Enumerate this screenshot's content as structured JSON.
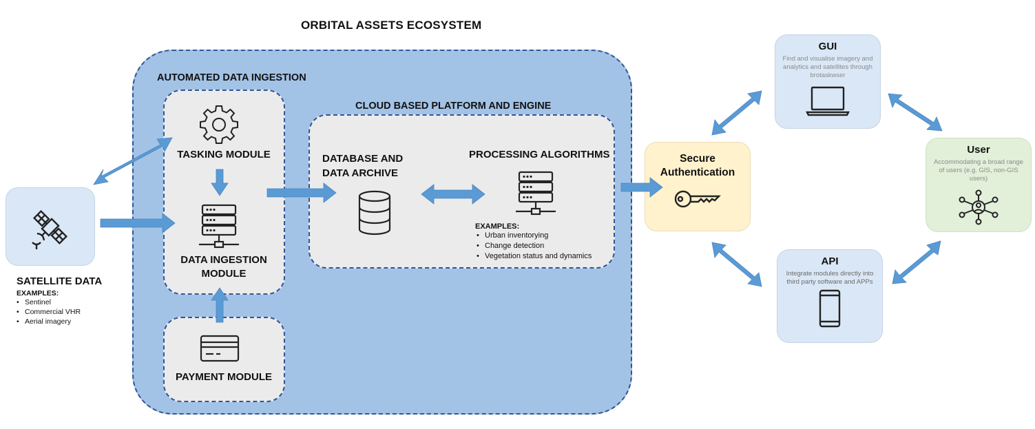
{
  "title": "ORBITAL ASSETS ECOSYSTEM",
  "automated_ingestion": {
    "label": "AUTOMATED DATA INGESTION",
    "tasking": {
      "label": "TASKING MODULE",
      "icon": "gear-icon"
    },
    "ingestion": {
      "label_line1": "DATA INGESTION",
      "label_line2": "MODULE",
      "icon": "server-icon"
    },
    "payment": {
      "label": "PAYMENT MODULE",
      "icon": "credit-card-icon"
    }
  },
  "cloud": {
    "label": "CLOUD BASED PLATFORM AND ENGINE",
    "database": {
      "label_line1": "DATABASE AND",
      "label_line2": "DATA ARCHIVE",
      "icon": "database-icon"
    },
    "processing": {
      "label": "PROCESSING ALGORITHMS",
      "icon": "server-icon",
      "examples_label": "EXAMPLES:",
      "examples": [
        "Urban inventorying",
        "Change detection",
        "Vegetation status and dynamics"
      ]
    }
  },
  "satellite": {
    "label": "SATELLITE DATA",
    "icon": "satellite-icon",
    "examples_label": "EXAMPLES:",
    "examples": [
      "Sentinel",
      "Commercial VHR",
      "Aerial imagery"
    ]
  },
  "auth": {
    "line1": "Secure",
    "line2": "Authentication",
    "icon": "key-icon",
    "color": "#fff2cc"
  },
  "gui": {
    "title": "GUI",
    "desc": "Find and visualise imagery and analytics and satellites through brotaskwser",
    "icon": "laptop-icon",
    "color": "#dae7f6"
  },
  "api": {
    "title": "API",
    "desc": "Integrate modules directly into third party software and APPs",
    "icon": "phone-icon",
    "color": "#dae7f6"
  },
  "user": {
    "title": "User",
    "desc": "Accommodating a broad range of users (e.g. GIS, non-GIS users)",
    "icon": "network-icon",
    "color": "#e2efd9"
  },
  "colors": {
    "arrow": "#5b9bd5",
    "border": "#2f5597",
    "outer_fill": "#a3c3e6",
    "inner_fill": "#ecebeb"
  }
}
